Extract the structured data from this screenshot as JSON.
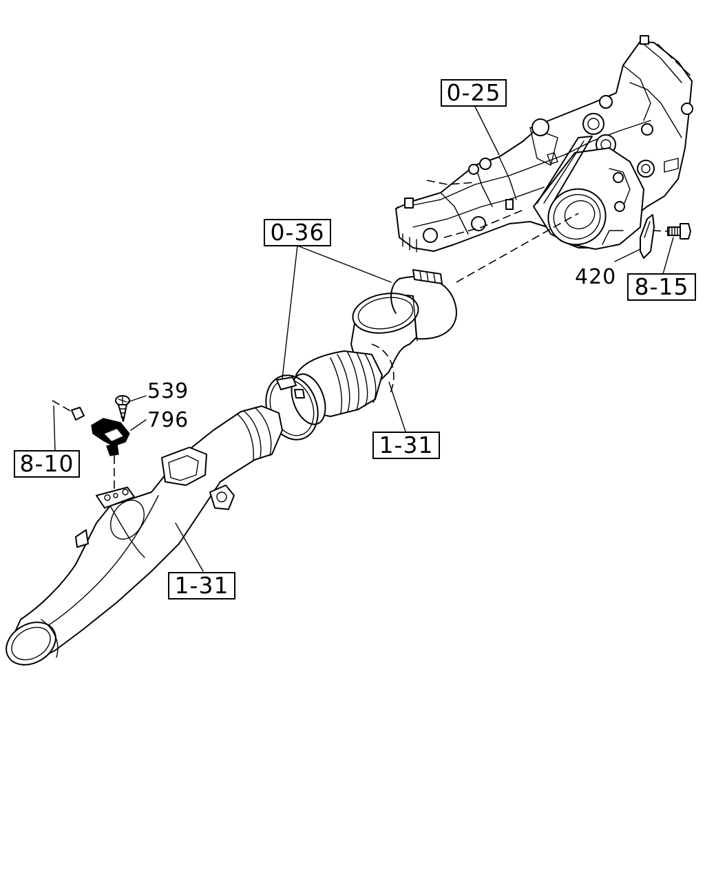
{
  "diagram": {
    "callouts": {
      "c025": "0-25",
      "c036": "0-36",
      "c131a": "1-31",
      "c131b": "1-31",
      "c810": "8-10",
      "c815": "8-15",
      "n420": "420",
      "n539": "539",
      "n796": "796"
    }
  }
}
